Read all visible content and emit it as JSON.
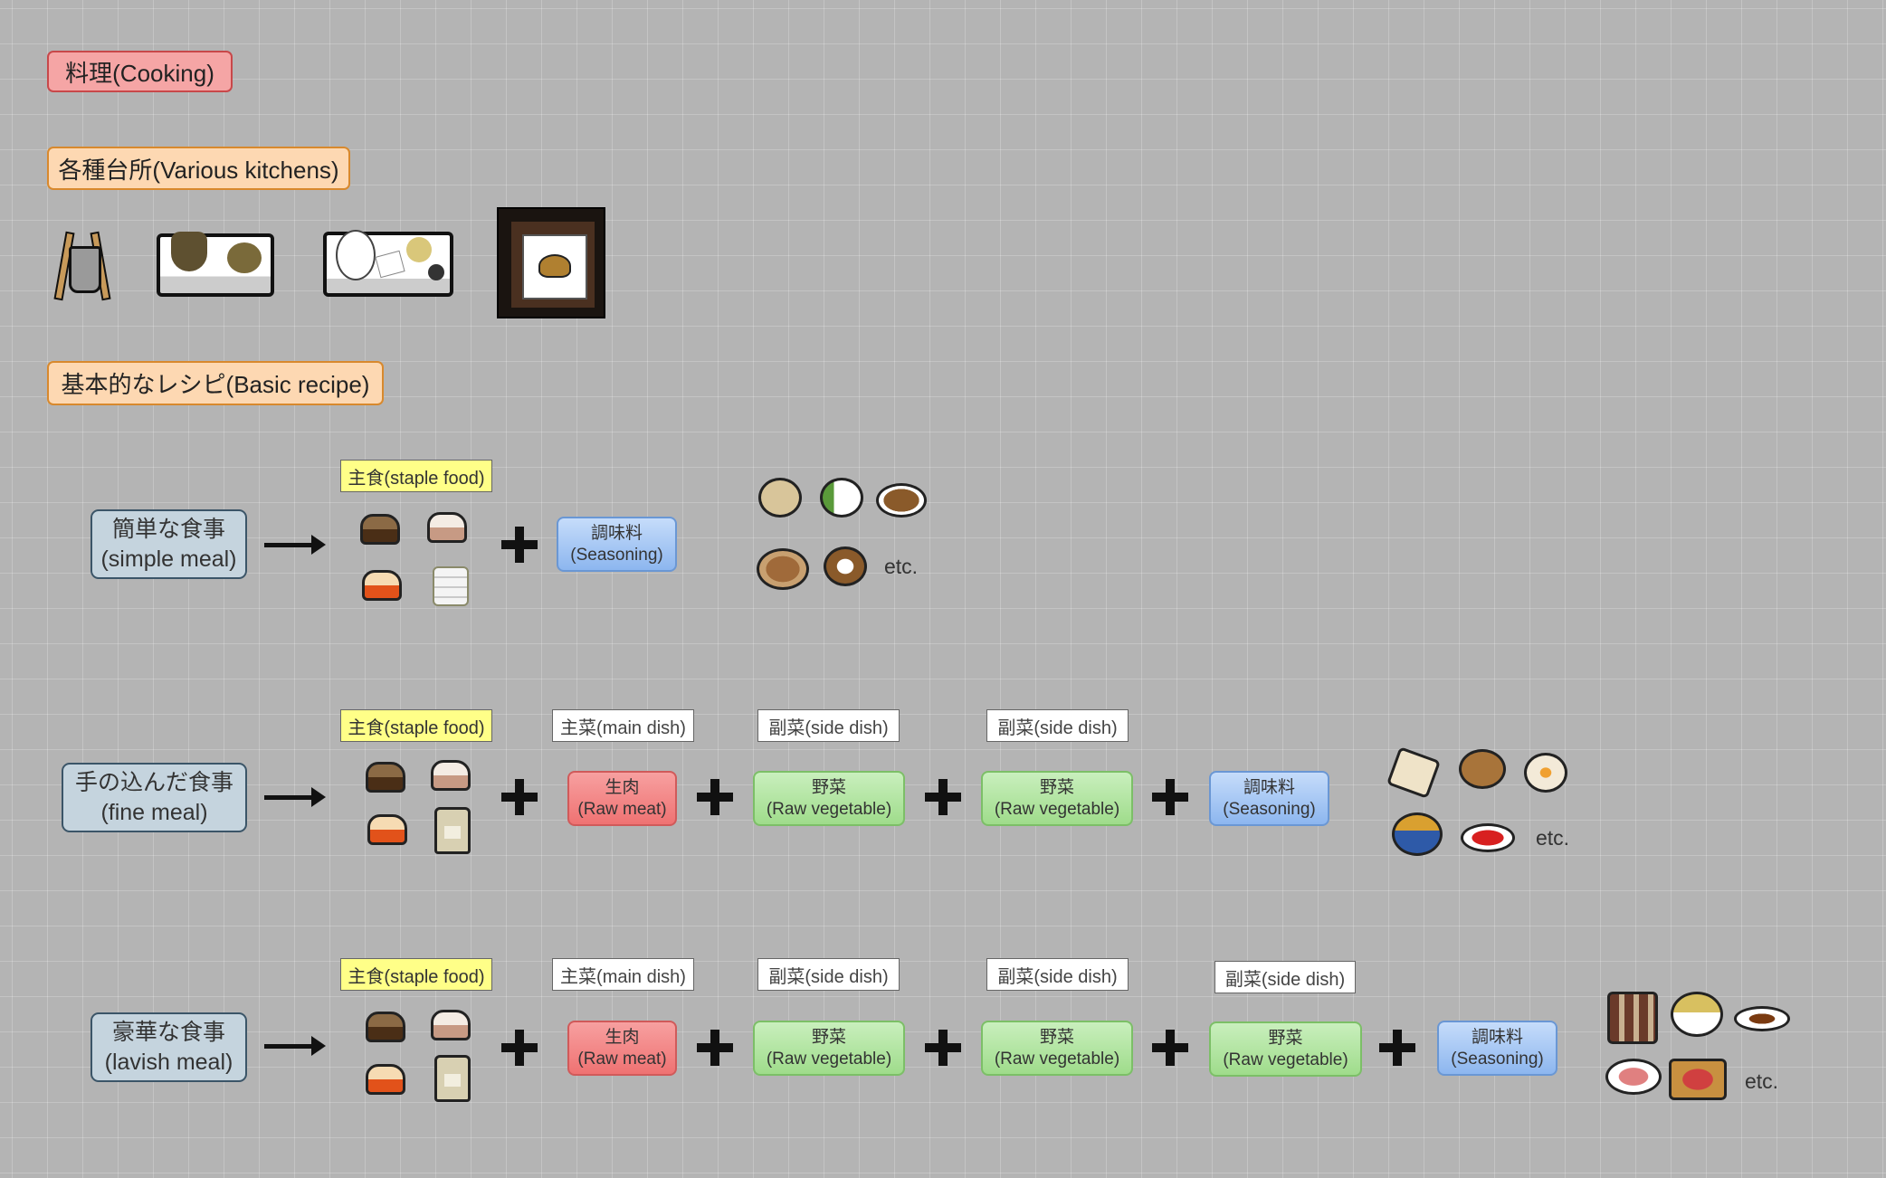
{
  "title": "料理(Cooking)",
  "kitchens_label": "各種台所(Various kitchens)",
  "recipes_label": "基本的なレシピ(Basic recipe)",
  "labels": {
    "staple": "主食(staple food)",
    "main": "主菜(main dish)",
    "side": "副菜(side dish)"
  },
  "boxes": {
    "meat": [
      "生肉",
      "(Raw meat)"
    ],
    "veg": [
      "野菜",
      "(Raw vegetable)"
    ],
    "seasoning": [
      "調味料",
      "(Seasoning)"
    ]
  },
  "meals": {
    "simple": [
      "簡単な食事",
      "(simple meal)"
    ],
    "fine": [
      "手の込んだ食事",
      "(fine meal)"
    ],
    "lavish": [
      "豪華な食事",
      "(lavish meal)"
    ]
  },
  "etc": "etc.",
  "colors": {
    "title": "#f5a5a5",
    "section": "#fdd8b2",
    "meal": "#c5d4de",
    "staple": "#ffff88",
    "meat": "#ef7272",
    "veg": "#9fdc8b",
    "seasoning": "#8db6ef"
  }
}
